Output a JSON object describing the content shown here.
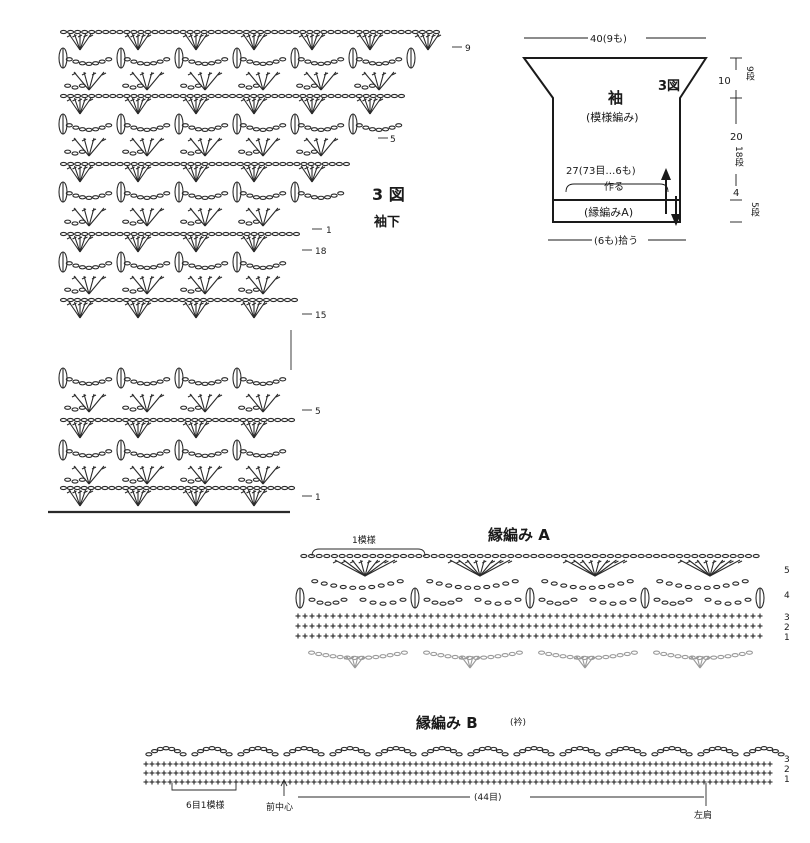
{
  "sleeve_chart": {
    "title": "3 図",
    "subtitle": "袖下",
    "row_labels": [
      {
        "text": "9"
      },
      {
        "text": "5"
      },
      {
        "text": "1"
      },
      {
        "text": "18"
      },
      {
        "text": "15"
      },
      {
        "text": "5"
      },
      {
        "text": "1"
      }
    ]
  },
  "schematic": {
    "figure_label": "3図",
    "part_name": "袖",
    "pattern_name": "(模様編み)",
    "top_width": "40(9も)",
    "bottom_width": "(6も)拾う",
    "stitch_note": "27(73目…6も)",
    "make_note": "作る",
    "border_name": "(縁編みA)",
    "dims": [
      {
        "cm": "10",
        "rows": "9段"
      },
      {
        "cm": "20",
        "rows": "18段"
      },
      {
        "cm": "4",
        "rows": "5段"
      }
    ]
  },
  "edging_a": {
    "title": "縁編み A",
    "repeat_label": "1模様",
    "row_labels": [
      {
        "text": "5"
      },
      {
        "text": "4"
      },
      {
        "text": "3"
      },
      {
        "text": "2"
      },
      {
        "text": "1"
      }
    ]
  },
  "edging_b": {
    "title": "縁編み B",
    "title_note": "(衿)",
    "repeat_label": "6目1模様",
    "center_label": "前中心",
    "count_label": "(44目)",
    "shoulder_label": "左肩",
    "row_labels": [
      {
        "text": "3"
      },
      {
        "text": "2"
      },
      {
        "text": "1"
      }
    ]
  }
}
